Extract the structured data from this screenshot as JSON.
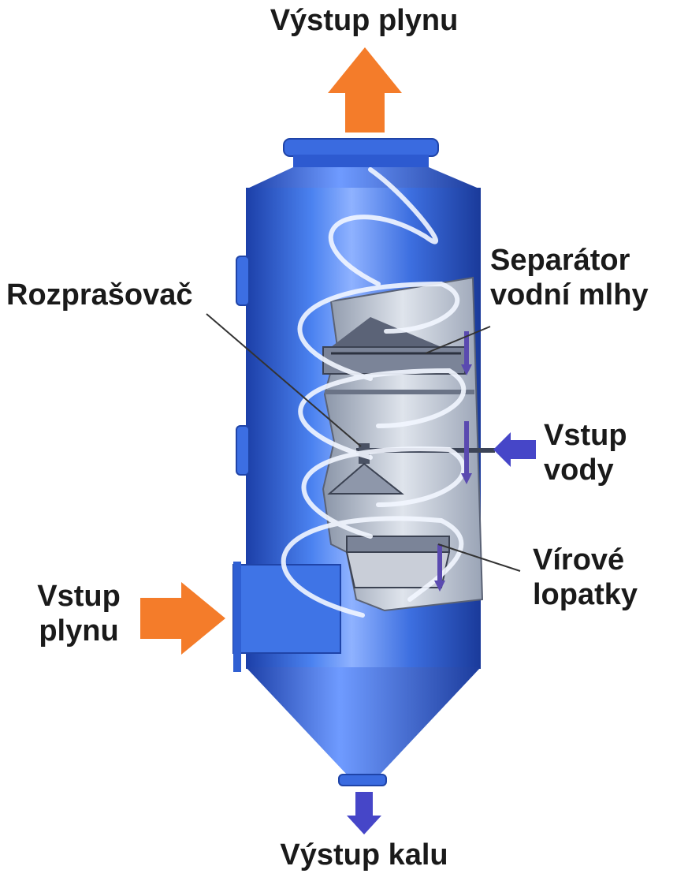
{
  "labels": {
    "gas_outlet": "Výstup plynu",
    "mist_separator_line1": "Separátor",
    "mist_separator_line2": "vodní mlhy",
    "sprayer": "Rozprašovač",
    "water_inlet_line1": "Vstup",
    "water_inlet_line2": "vody",
    "swirl_vanes_line1": "Vírové",
    "swirl_vanes_line2": "lopatky",
    "gas_inlet_line1": "Vstup",
    "gas_inlet_line2": "plynu",
    "sludge_outlet": "Výstup kalu"
  },
  "colors": {
    "gas_arrow": "#f47c2a",
    "water_arrow": "#4646c8",
    "vessel_body": "#2f62d8",
    "vessel_highlight": "#8fb2ff",
    "internals": "#bcc3cf"
  }
}
